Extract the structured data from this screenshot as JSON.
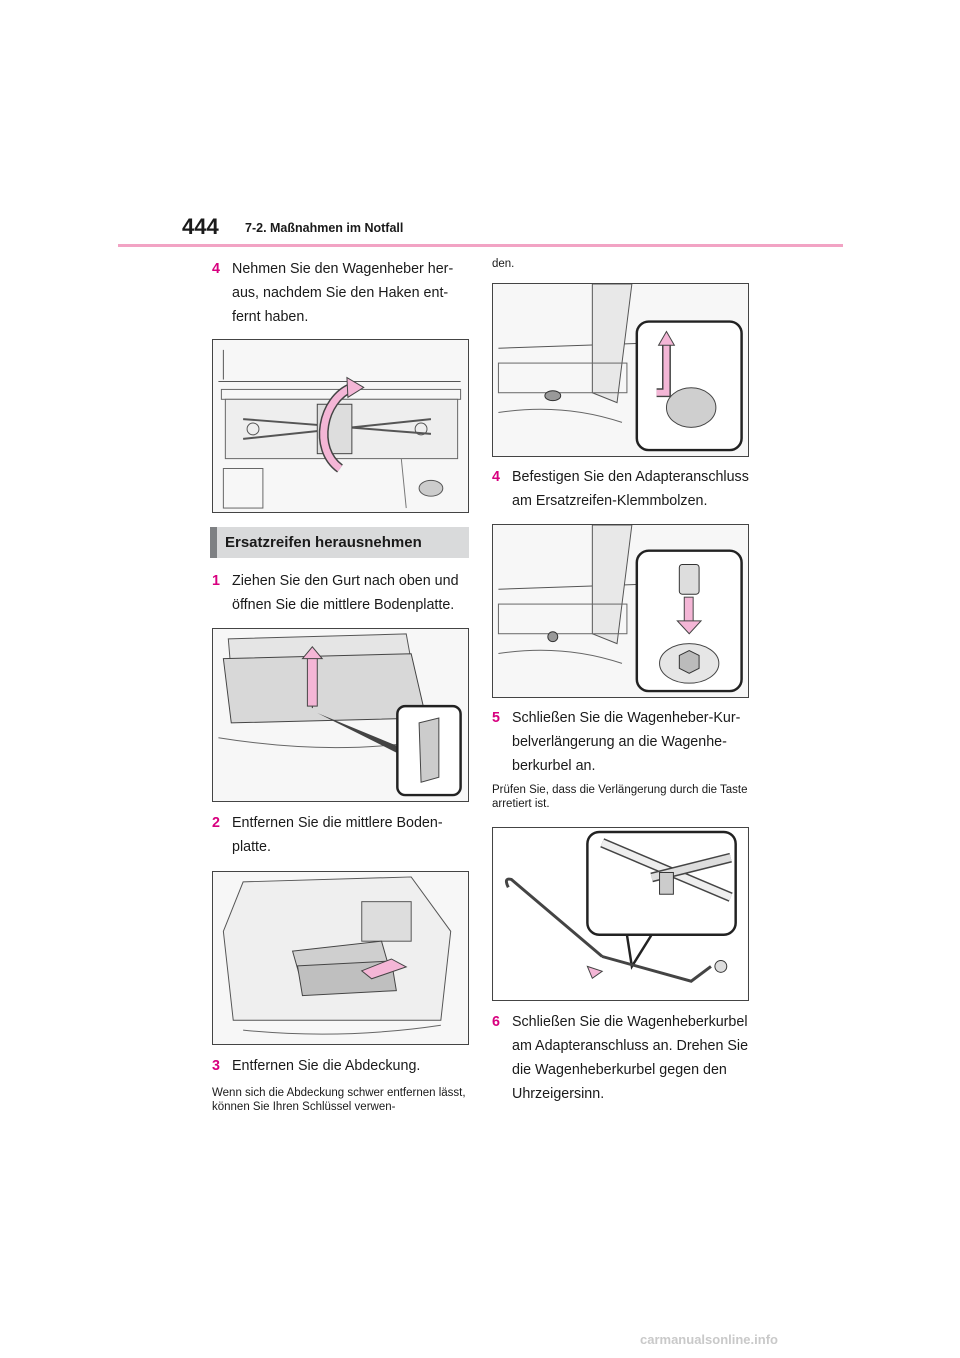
{
  "header": {
    "page_number": "444",
    "section": "7-2. Maßnahmen im Notfall"
  },
  "left_column": {
    "step4_num": "4",
    "step4_text": "Nehmen Sie den Wagenheber her­aus, nachdem Sie den Haken ent­fernt haben.",
    "banner": "Ersatzreifen herausnehmen",
    "step1_num": "1",
    "step1_text": "Ziehen Sie den Gurt nach oben und öffnen Sie die mittlere Bodenplatte.",
    "step2_num": "2",
    "step2_text": "Entfernen Sie die mittlere Boden­platte.",
    "step3_num": "3",
    "step3_text": "Entfernen Sie die Abdeckung.",
    "note": "Wenn sich die Abdeckung schwer entfernen lässt, können Sie Ihren Schlüssel verwen-"
  },
  "right_column": {
    "note_cont": "den.",
    "step4_num": "4",
    "step4_text": "Befestigen Sie den Adapteran­schluss am Ersatzreifen-Klemmbol­zen.",
    "step5_num": "5",
    "step5_text": "Schließen Sie die Wagenheber-Kur­belverlängerung an die Wagenhe­berkurbel an.",
    "note": "Prüfen Sie, dass die Verlängerung durch die Taste arretiert ist.",
    "step6_num": "6",
    "step6_text": "Schließen Sie die Wagenheberkur­bel am Adapteranschluss an. Dre­hen Sie die Wagenheberkurbel gegen den Uhrzeigersinn."
  },
  "footer": {
    "watermark": "carmanualsonline.info"
  },
  "colors": {
    "accent_magenta": "#d8007f",
    "header_rule": "#f2a3c4",
    "banner_bg": "#d9dadb",
    "banner_bar": "#7e8083",
    "arrow_pink": "#f4b6d6"
  }
}
